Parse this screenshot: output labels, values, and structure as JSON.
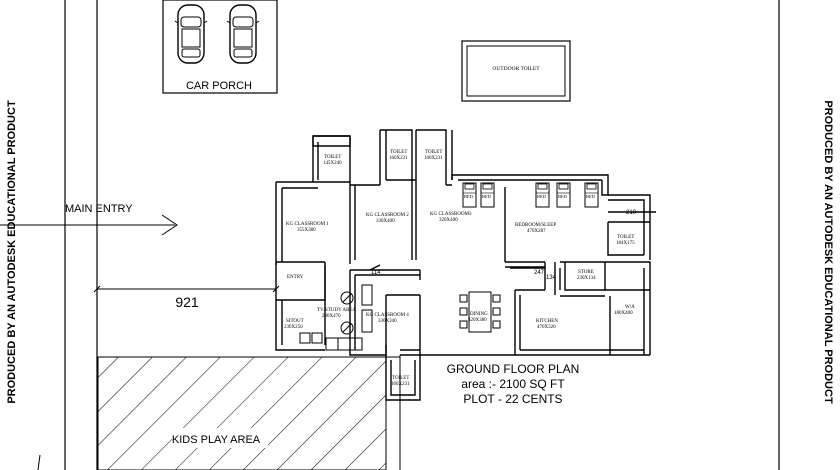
{
  "watermark": "PRODUCED BY AN AUTODESK EDUCATIONAL PRODUCT",
  "car_porch": "CAR PORCH",
  "outdoor_toilet": "OUTDOOR TOILET",
  "main_entry": "MAIN ENTRY",
  "dimension_921": "921",
  "kids_play_area": "KIDS PLAY AREA",
  "plan_title": {
    "heading": "GROUND FLOOR PLAN",
    "area": "area :- 2100 SQ FT",
    "plot": "PLOT - 22 CENTS"
  },
  "rooms": {
    "toilet_a": {
      "name": "TOILET",
      "size": "145X240"
    },
    "toilet_b": {
      "name": "TOILET",
      "size": "160X231"
    },
    "toilet_c": {
      "name": "TOILET",
      "size": "160X231"
    },
    "toilet_bottom": {
      "name": "TOILET",
      "size": "160X231"
    },
    "toilet_right": {
      "name": "TOILET",
      "size": "184X175"
    },
    "kg1": {
      "name": "KG CLASSROOM 1",
      "size": "355X380"
    },
    "kg2": {
      "name": "KG CLASSROOM 2",
      "size": "330X400"
    },
    "kg3": {
      "name": "KG CLASSROOM3",
      "size": "320X400"
    },
    "kg4": {
      "name": "KG CLASSROOM 4",
      "size": "330X340"
    },
    "bedroom": {
      "name": "BEDROOM/SLEEP",
      "size": "470X287"
    },
    "store": {
      "name": "STORE",
      "size": "230X134"
    },
    "wa": {
      "name": "W/A",
      "size": "180X400"
    },
    "kitchen": {
      "name": "KITCHEN",
      "size": "470X320"
    },
    "dining": {
      "name": "DINING",
      "size": "320X380"
    },
    "tv_study": {
      "name": "TV/STUDY AREA",
      "size": "280X470"
    },
    "sitout": {
      "name": "SITOUT",
      "size": "230X250"
    },
    "entry": {
      "name": "ENTRY"
    }
  },
  "bed_label": "BED",
  "dims": {
    "d210": "210",
    "d114": "114",
    "d247": "247",
    "d134": "134"
  }
}
